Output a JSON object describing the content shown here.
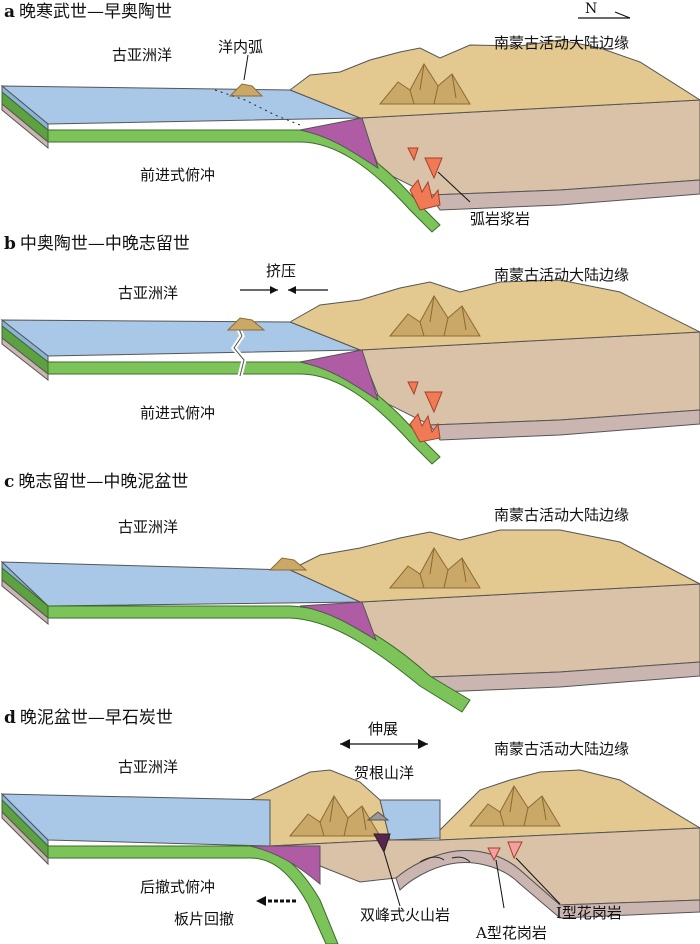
{
  "north_arrow": "N",
  "panels": [
    {
      "letter": "a",
      "title": "晚寒武世—早奥陶世",
      "ocean": "古亚洲洋",
      "margin": "南蒙古活动大陆边缘",
      "arc": "洋内弧",
      "subduction": "前进式俯冲",
      "magma": "弧岩浆岩"
    },
    {
      "letter": "b",
      "title": "中奥陶世—中晚志留世",
      "ocean": "古亚洲洋",
      "margin": "南蒙古活动大陆边缘",
      "compression": "挤压",
      "subduction": "前进式俯冲"
    },
    {
      "letter": "c",
      "title": "晚志留世—中晚泥盆世",
      "ocean": "古亚洲洋",
      "margin": "南蒙古活动大陆边缘"
    },
    {
      "letter": "d",
      "title": "晚泥盆世—早石炭世",
      "ocean": "古亚洲洋",
      "margin": "南蒙古活动大陆边缘",
      "extension": "伸展",
      "rift_ocean": "贺根山洋",
      "subduction": "后撤式俯冲",
      "rollback": "板片回撤",
      "bimodal": "双峰式火山岩",
      "a_granite": "A型花岗岩",
      "i_granite": "I型花岗岩"
    }
  ],
  "colors": {
    "ocean": "#a9c8e8",
    "slab": "#7cc35a",
    "continent_top": "#e3c98f",
    "continent_side": "#d9c2a7",
    "mantle_edge": "#cbb5b0",
    "accretion": "#b05ca5",
    "arc_magma": "#f07a55",
    "a_granite_color": "#f2a0a0"
  }
}
